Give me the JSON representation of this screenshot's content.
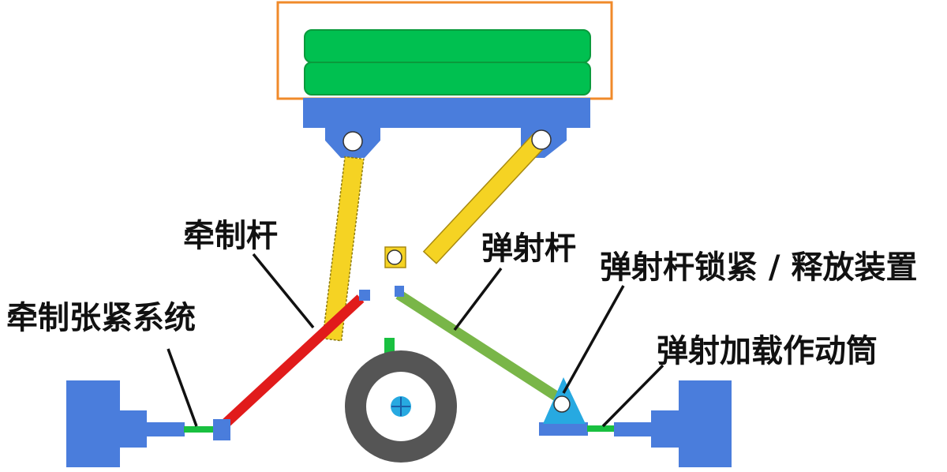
{
  "labels": {
    "drag_rod": "牵制杆",
    "drag_tension_system": "牵制张紧系统",
    "launch_bar": "弹射杆",
    "launch_bar_lock_release": "弹射杆锁紧 / 释放装置",
    "launch_load_actuator": "弹射加载作动筒"
  },
  "colors": {
    "fuselage_outline": "#f08a2a",
    "fuel_tank": "#00c050",
    "frame": "#4a7ddc",
    "strut": "#f5d323",
    "drag_rod": "#e11b1b",
    "launch_bar": "#79b648",
    "wheel_tire": "#555555",
    "connector": "#19c040",
    "lock_device": "#27a9e1",
    "text": "#111111"
  }
}
